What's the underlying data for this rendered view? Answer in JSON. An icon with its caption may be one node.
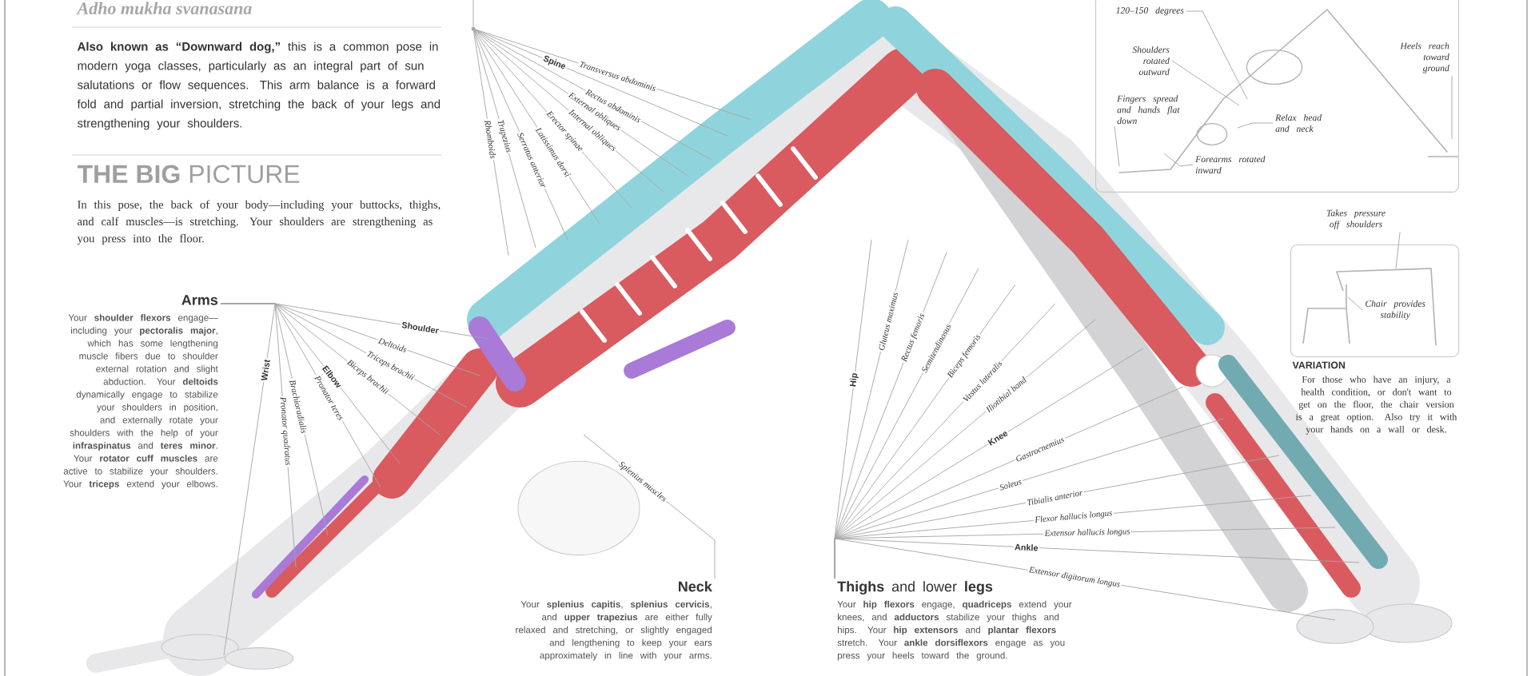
{
  "diagram": {
    "title": "Adho mukha svanasana",
    "nodes": [
      {
        "text": [
          "Arms",
          "Your **shoulder flexors** engage—including your **pectoralis major**, which has some lengthening muscle fibers due to shoulder external rotation and slight abduction. Your **deltoids** dynamically engage to stabilize your shoulders in position, and externally rotate your shoulders with the help of your **infraspinatus** and **teres minor**. Your **rotator cuff muscles** are active to stabilize your shoulders. Your **triceps** extend your elbows."
        ]
      },
      {
        "text": [
          "Neck",
          "Your **splenius capitis**, **splenius cervicis**, and **upper trapezius** are either fully relaxed and stretching, or slightly engaged and lengthening to keep your ears approximately in line with your arms."
        ]
      },
      {
        "text": [
          "**Thighs** and lower **legs**",
          "Your **hip flexors** engage, **quadriceps** extend your knees, and **adductors** stabilize your thighs and hips. Your **hip extensors** and **plantar flexors** stretch. Your **ankle dorsiflexors** engage as you press your heels toward the ground."
        ]
      },
      {
        "text": [],
        "shape": "box"
      },
      {
        "text": [
          "120–150 degrees"
        ],
        "in": 14
      },
      {
        "text": [
          "Shoulders rotated outward"
        ],
        "in": 14
      },
      {
        "text": [
          "Fingers spread and hands flat down"
        ],
        "in": 14
      },
      {
        "text": [
          "Relax head and neck"
        ],
        "in": 14
      },
      {
        "text": [
          "Forearms rotated inward"
        ],
        "in": 14
      },
      {
        "text": [
          "Heels reach toward ground"
        ],
        "in": 14
      },
      {
        "text": [
          "Takes pressure off shoulders"
        ]
      },
      {
        "text": [],
        "shape": "box"
      },
      {
        "text": [
          "Chair provides stability"
        ],
        "in": 15
      },
      {
        "text": [],
        "shape": "circle"
      },
      {
        "text": [],
        "shape": "picture",
        "in": 3
      },
      {
        "text": [],
        "shape": "picture",
        "in": 11
      }
    ],
    "edges": [
      {
        "from": 0,
        "to": null,
        "arrow": "none",
        "label": "Shoulder"
      },
      {
        "from": 0,
        "to": null,
        "arrow": "none",
        "label": "Deltoids"
      },
      {
        "from": 0,
        "to": null,
        "arrow": "none",
        "label": "Triceps brachii"
      },
      {
        "from": 0,
        "to": null,
        "arrow": "none",
        "label": "Biceps brachii"
      },
      {
        "from": 0,
        "to": null,
        "arrow": "none",
        "label": "Elbow"
      },
      {
        "from": 0,
        "to": null,
        "arrow": "none",
        "label": "Pronator teres"
      },
      {
        "from": 0,
        "to": null,
        "arrow": "none",
        "label": "Brachioradialis"
      },
      {
        "from": 0,
        "to": null,
        "arrow": "none",
        "label": "Pronator quadratus"
      },
      {
        "from": 0,
        "to": null,
        "arrow": "none",
        "label": "Wrist"
      },
      {
        "from": 1,
        "to": null,
        "arrow": "none",
        "label": "Splenius muscles"
      },
      {
        "from": 2,
        "to": null,
        "arrow": "none",
        "label": "Hip"
      },
      {
        "from": 2,
        "to": null,
        "arrow": "none",
        "label": "Gluteus maximus"
      },
      {
        "from": 2,
        "to": null,
        "arrow": "none",
        "label": "Rectus femoris"
      },
      {
        "from": 2,
        "to": null,
        "arrow": "none",
        "label": "Semitendinosus"
      },
      {
        "from": 2,
        "to": null,
        "arrow": "none",
        "label": "Biceps femoris"
      },
      {
        "from": 2,
        "to": null,
        "arrow": "none",
        "label": "Vastus lateralis"
      },
      {
        "from": 2,
        "to": null,
        "arrow": "none",
        "label": "Iliotibial band"
      },
      {
        "from": 2,
        "to": null,
        "arrow": "none",
        "label": "Knee"
      },
      {
        "from": 2,
        "to": null,
        "arrow": "none",
        "label": "Gastrocnemius"
      },
      {
        "from": 2,
        "to": null,
        "arrow": "none",
        "label": "Soleus"
      },
      {
        "from": 2,
        "to": null,
        "arrow": "none",
        "label": "Tibialis anterior"
      },
      {
        "from": 2,
        "to": null,
        "arrow": "none",
        "label": "Flexor hallucis longus"
      },
      {
        "from": 2,
        "to": null,
        "arrow": "none",
        "label": "Extensor hallucis longus"
      },
      {
        "from": 2,
        "to": null,
        "arrow": "none",
        "label": "Ankle"
      },
      {
        "from": 2,
        "to": null,
        "arrow": "none",
        "label": "Extensor digitorum longus"
      },
      {
        "from": 13,
        "to": null,
        "arrow": "none",
        "label": "Transversus abdominis"
      },
      {
        "from": 13,
        "to": null,
        "arrow": "none",
        "label": "Spine"
      },
      {
        "from": 13,
        "to": null,
        "arrow": "none",
        "label": "Rectus abdominis"
      },
      {
        "from": 13,
        "to": null,
        "arrow": "none",
        "label": "External obliques"
      },
      {
        "from": 13,
        "to": null,
        "arrow": "none",
        "label": "Internal obliques"
      },
      {
        "from": 13,
        "to": null,
        "arrow": "none",
        "label": "Erector spinae"
      },
      {
        "from": 13,
        "to": null,
        "arrow": "none",
        "label": "Latissimus dorsi"
      },
      {
        "from": 13,
        "to": null,
        "arrow": "none",
        "label": "Serratus anterior"
      },
      {
        "from": 13,
        "to": null,
        "arrow": "none",
        "label": "Trapezius"
      },
      {
        "from": 13,
        "to": null,
        "arrow": "none",
        "label": "Rhomboids"
      },
      {
        "from": 4,
        "to": 14,
        "arrow": "none"
      },
      {
        "from": 5,
        "to": 14,
        "arrow": "none"
      },
      {
        "from": 6,
        "to": 14,
        "arrow": "none"
      },
      {
        "from": 7,
        "to": 14,
        "arrow": "none"
      },
      {
        "from": 8,
        "to": 14,
        "arrow": "none"
      },
      {
        "from": 9,
        "to": 14,
        "arrow": "none"
      },
      {
        "from": 10,
        "to": 15,
        "arrow": "none"
      },
      {
        "from": 12,
        "to": 15,
        "arrow": "none"
      },
      {
        "from": null,
        "to": 13,
        "arrow": "none"
      }
    ],
    "labels": [
      "**Also known as “Downward dog,”** this is a common pose in modern yoga classes, particularly as an integral part of sun salutations or flow sequences. This arm balance is a forward fold and partial inversion, stretching the back of your legs and strengthening your shoulders.",
      "**THE BIG** PICTURE",
      "In this pose, the back of your body—including your buttocks, thighs, and calf muscles—is stretching. Your shoulders are strengthening as you press into the floor.",
      "VARIATION",
      "For those who have an injury, a health condition, or don't want to get on the floor, the chair version is a great option. Also try it with your hands on a wall or desk."
    ]
  }
}
